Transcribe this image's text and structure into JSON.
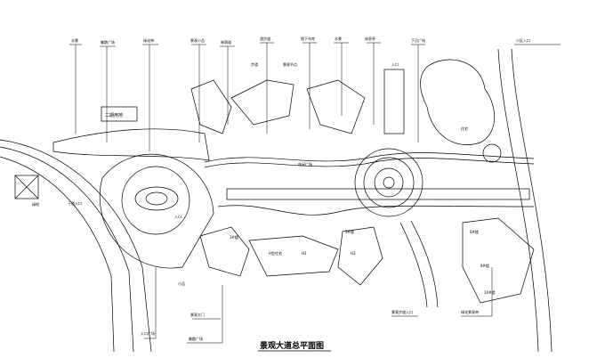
{
  "drawing": {
    "title": "景观大道总平面图",
    "box_label": "二期用地",
    "corner_label": "绿地",
    "left_road_label": "干道入口",
    "callouts_top": [
      "水景",
      "集散广场",
      "绿化带",
      "景观小品",
      "林荫道",
      "游步道",
      "地下车库",
      "水景",
      "休息亭",
      "下沉广场",
      "小区入口",
      "景观节点",
      "步道",
      "入口",
      "休闲广场",
      "住宅"
    ],
    "callouts_bottom": [
      "入口广场",
      "小品",
      "景观大门",
      "集散广场",
      "景观步道入口",
      "绿化景观带"
    ],
    "building_labels": [
      "H型住宅",
      "H1",
      "H3",
      "3#楼",
      "5#楼",
      "6#楼",
      "8#楼",
      "10#楼",
      "入口"
    ]
  }
}
